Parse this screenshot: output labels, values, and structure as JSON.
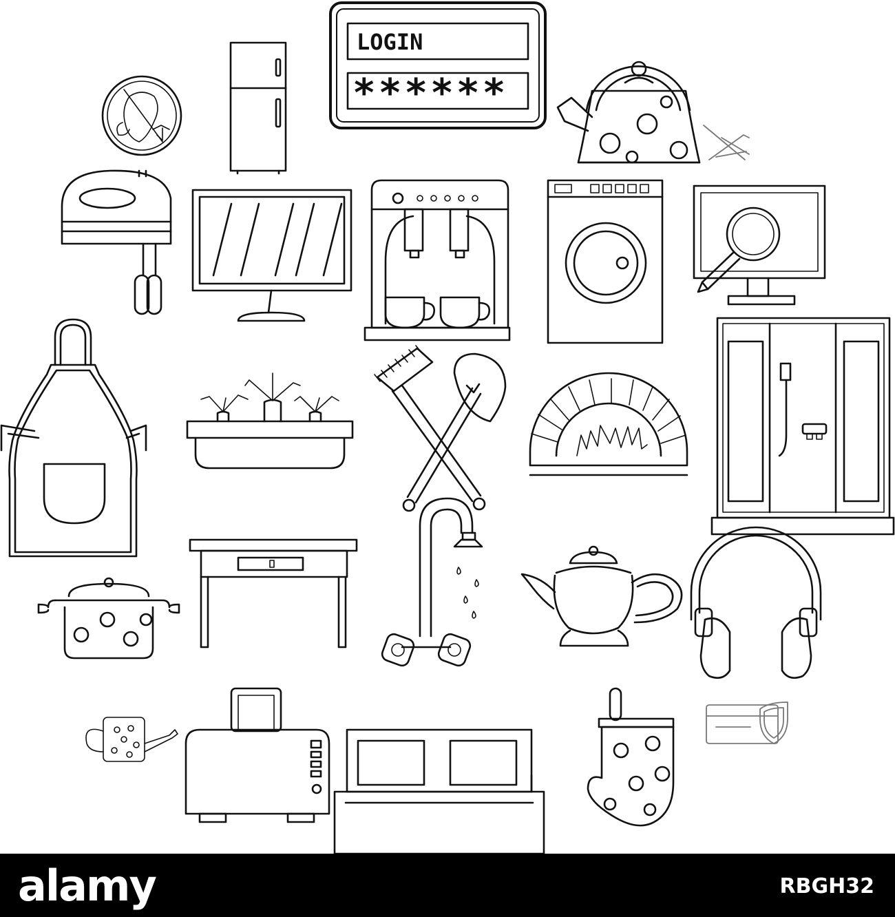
{
  "login_panel": {
    "username_text": "LOGIN",
    "password_text": "******"
  },
  "footer": {
    "brand": "alamy",
    "image_id": "RBGH32"
  },
  "colors": {
    "line": "#111111",
    "background": "#ffffff",
    "footer": "#000000"
  },
  "icons": [
    "no-bugs-icon",
    "fridge-icon",
    "login-icon",
    "kettle-icon",
    "deck-chair-icon",
    "hand-mixer-icon",
    "monitor-icon",
    "coffee-machine-icon",
    "washing-machine-icon",
    "computer-search-icon",
    "apron-icon",
    "planter-icon",
    "garden-tools-icon",
    "fireplace-icon",
    "shower-cabin-icon",
    "table-icon",
    "shower-icon",
    "teapot-icon",
    "headphones-icon",
    "pot-icon",
    "watering-can-icon",
    "toaster-icon",
    "bed-icon",
    "oven-mitt-icon",
    "secure-card-icon"
  ]
}
